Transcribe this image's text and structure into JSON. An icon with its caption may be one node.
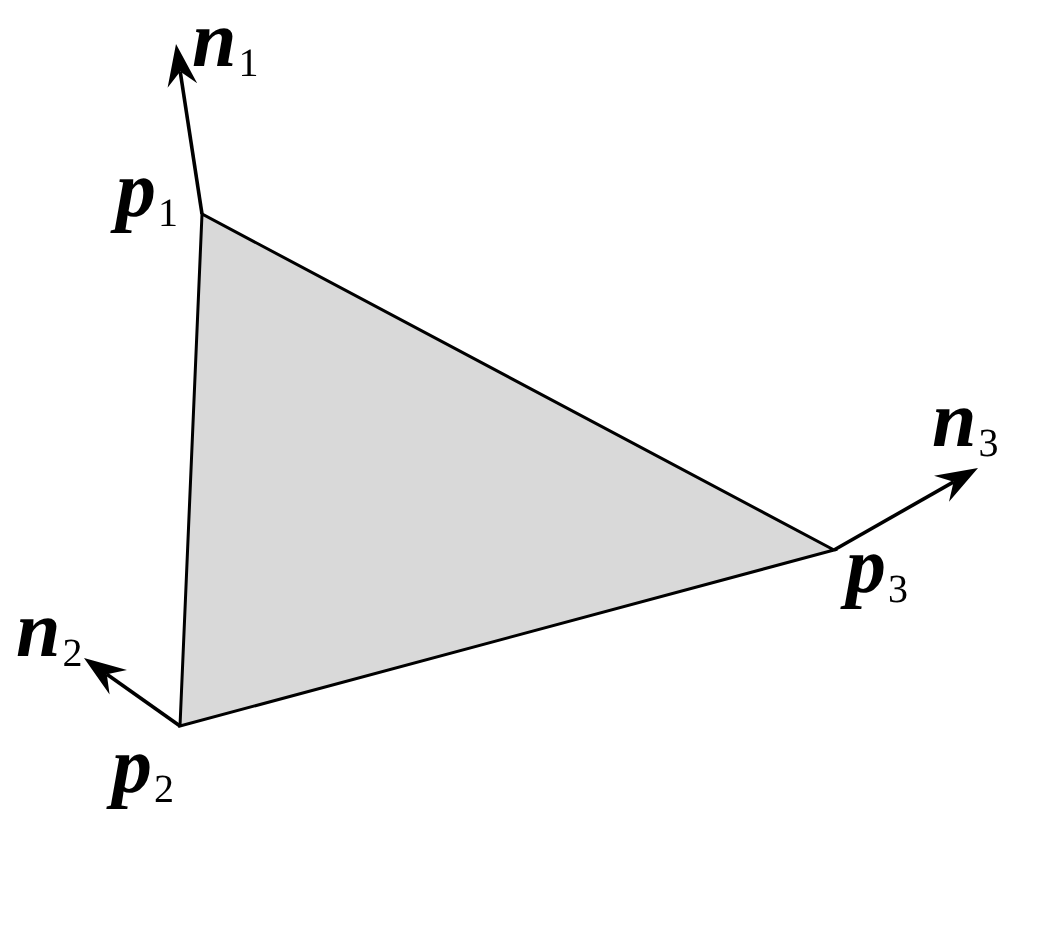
{
  "diagram": {
    "labels": [
      "n$_{1}$",
      "p$_{1}$",
      "n$_{3}$",
      "p$_{3}$",
      "n$_{2}$",
      "p$_{2}$"
    ]
  }
}
